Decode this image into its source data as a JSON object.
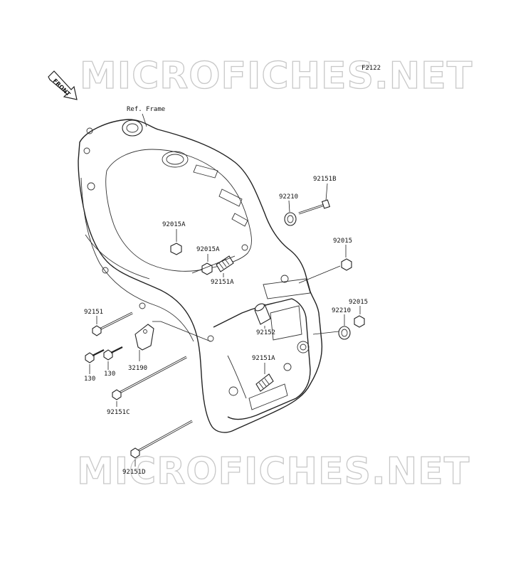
{
  "watermarks": [
    "MICROFICHES.NET",
    "MICROFICHES.NET"
  ],
  "diagram_code": "F2122",
  "front_arrow_label": "FRONT",
  "ref_frame_label": "Ref. Frame",
  "labels": {
    "p92151B": "92151B",
    "p92210_top": "92210",
    "p92015A_top": "92015A",
    "p92015A_mid": "92015A",
    "p92151A_top": "92151A",
    "p92015_right": "92015",
    "p92015_right2": "92015",
    "p92210_right": "92210",
    "p92152": "92152",
    "p92151A_low": "92151A",
    "p92151": "92151",
    "p130_a": "130",
    "p130_b": "130",
    "p32190": "32190",
    "p92151C": "92151C",
    "p92151D": "92151D"
  }
}
